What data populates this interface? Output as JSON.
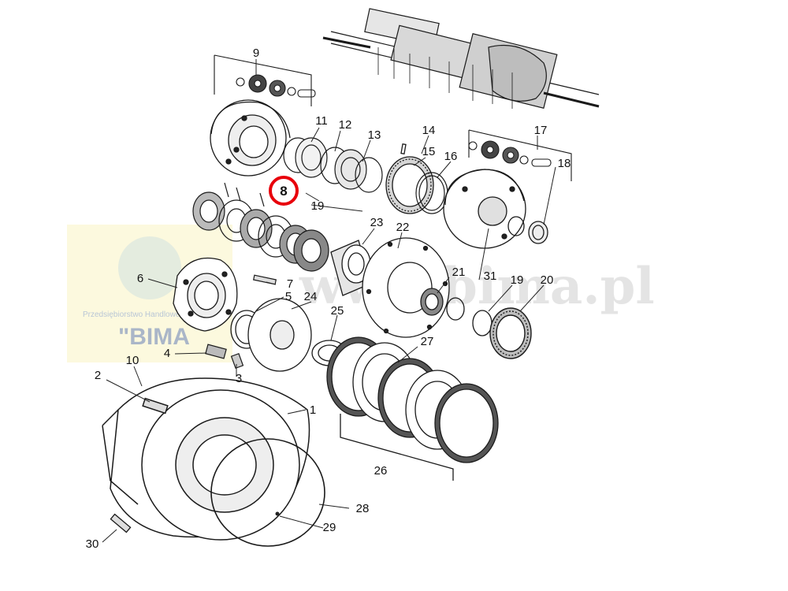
{
  "diagram": {
    "highlighted_part": "8",
    "part_labels": {
      "p1": "1",
      "p2": "2",
      "p3": "3",
      "p4": "4",
      "p5": "5",
      "p6": "6",
      "p7": "7",
      "p8": "8",
      "p9": "9",
      "p10": "10",
      "p11": "11",
      "p12": "12",
      "p13": "13",
      "p14": "14",
      "p15": "15",
      "p16": "16",
      "p17": "17",
      "p18": "18",
      "p19a": "19",
      "p19b": "19",
      "p20": "20",
      "p21": "21",
      "p22": "22",
      "p23": "23",
      "p24": "24",
      "p25": "25",
      "p26": "26",
      "p27": "27",
      "p28": "28",
      "p29": "29",
      "p30": "30",
      "p31": "31"
    },
    "highlight_color": "#e8000b"
  },
  "watermark": {
    "site": "www.bima.pl",
    "company": "Przedsiębiorstwo Handlowe",
    "brand": "\"BIMA"
  }
}
